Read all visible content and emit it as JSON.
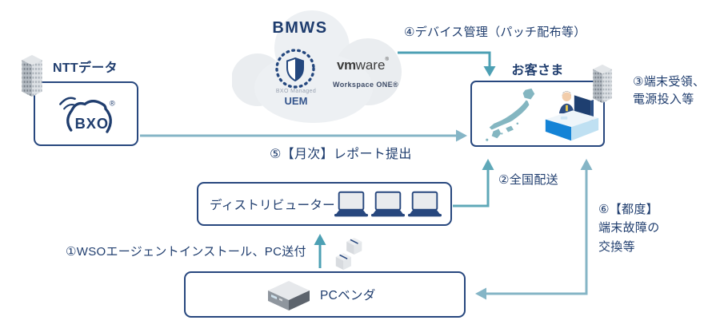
{
  "colors": {
    "navy_text": "#1f3d6e",
    "box_border": "#27477e",
    "arrow_teal": "#4da0b4",
    "arrow_teal_light": "#85b5c6",
    "cloud_gray": "#edf0f3",
    "japan_map_teal": "#84b6c1",
    "desk_blue": "#1483d6"
  },
  "cloud": {
    "title": "BMWS",
    "uem_caption": "BXO Managed",
    "uem_label": "UEM",
    "vmware_vm": "vm",
    "vmware_ware": "ware",
    "vmware_reg": "®",
    "workspace_one": "Workspace ONE®"
  },
  "ntt": {
    "company": "NTTデータ",
    "logo_text": "BXO",
    "logo_reg": "®"
  },
  "customer": {
    "label": "お客さま"
  },
  "distributor": {
    "label": "ディストリビューター"
  },
  "vendor": {
    "label": "PCベンダ"
  },
  "steps": {
    "s1": "①WSOエージェントインストール、PC送付",
    "s2": "②全国配送",
    "s3": "③端末受領、\n電源投入等",
    "s4": "④デバイス管理（パッチ配布等）",
    "s5": "⑤【月次】レポート提出",
    "s6": "⑥【都度】\n端末故障の\n交換等"
  }
}
